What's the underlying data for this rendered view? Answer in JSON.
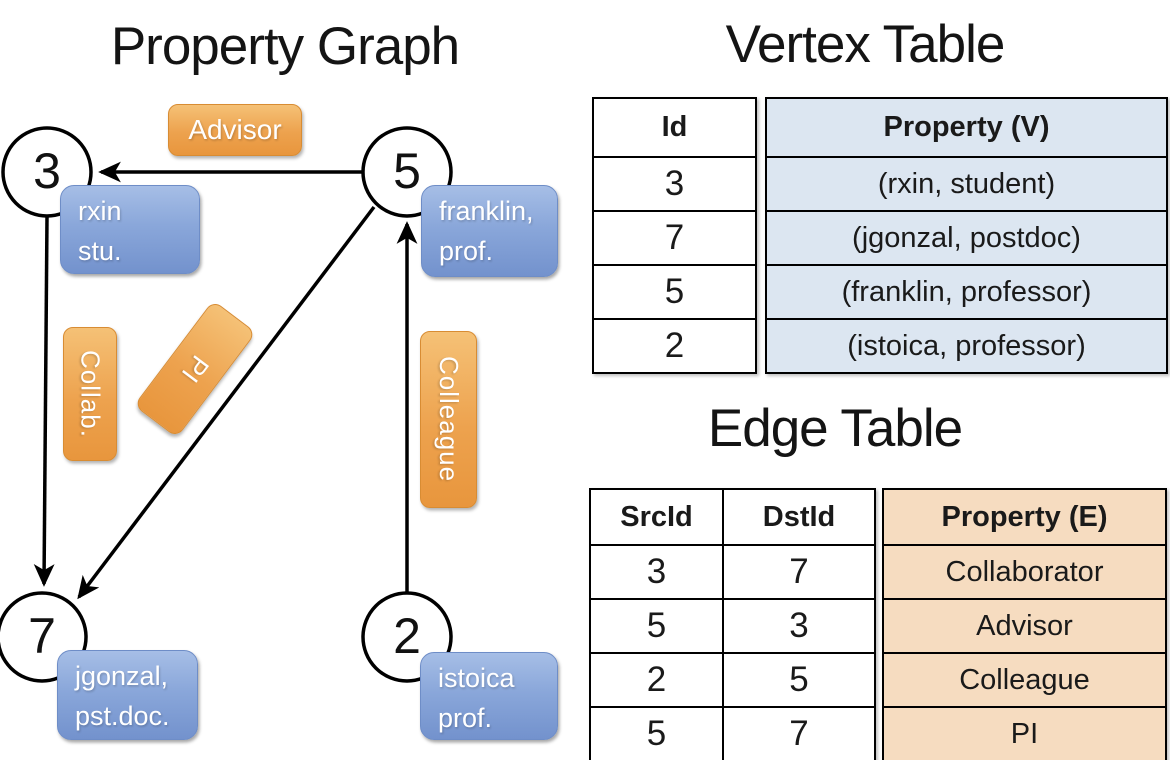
{
  "titles": {
    "graph": "Property Graph",
    "vertex_table": "Vertex Table",
    "edge_table": "Edge Table"
  },
  "colors": {
    "edge_label_orange": "#eda24e",
    "vertex_label_blue": "#8aa7da",
    "vertex_table_fill": "#dce6f1",
    "edge_table_fill": "#f6dcc0",
    "line_color": "#000000"
  },
  "graph": {
    "vertices": [
      {
        "id": "3",
        "line1": "rxin",
        "line2": "stu."
      },
      {
        "id": "5",
        "line1": "franklin,",
        "line2": "prof."
      },
      {
        "id": "7",
        "line1": "jgonzal,",
        "line2": "pst.doc."
      },
      {
        "id": "2",
        "line1": "istoica",
        "line2": "prof."
      }
    ],
    "edge_labels": {
      "advisor": "Advisor",
      "collab": "Collab.",
      "pi": "PI",
      "colleague": "Colleague"
    }
  },
  "vertex_table": {
    "headers": {
      "id": "Id",
      "property": "Property (V)"
    },
    "rows": [
      {
        "id": "3",
        "property": "(rxin, student)"
      },
      {
        "id": "7",
        "property": "(jgonzal, postdoc)"
      },
      {
        "id": "5",
        "property": "(franklin, professor)"
      },
      {
        "id": "2",
        "property": "(istoica, professor)"
      }
    ]
  },
  "edge_table": {
    "headers": {
      "src": "SrcId",
      "dst": "DstId",
      "property": "Property (E)"
    },
    "rows": [
      {
        "src": "3",
        "dst": "7",
        "property": "Collaborator"
      },
      {
        "src": "5",
        "dst": "3",
        "property": "Advisor"
      },
      {
        "src": "2",
        "dst": "5",
        "property": "Colleague"
      },
      {
        "src": "5",
        "dst": "7",
        "property": "PI"
      }
    ]
  }
}
